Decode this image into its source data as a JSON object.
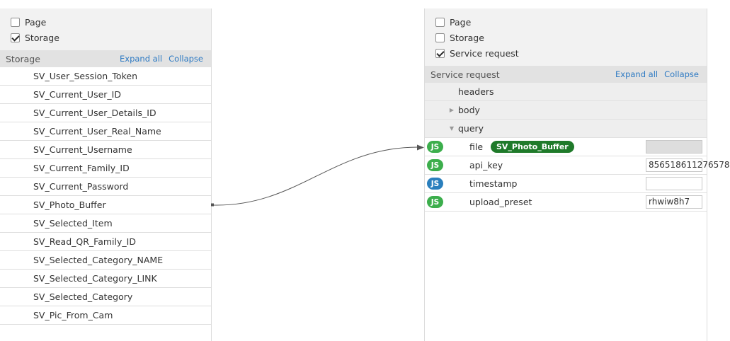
{
  "left": {
    "checkboxes": [
      {
        "label": "Page",
        "checked": false
      },
      {
        "label": "Storage",
        "checked": true
      }
    ],
    "header": {
      "title": "Storage",
      "expand_all": "Expand all",
      "collapse": "Collapse"
    },
    "items": [
      "SV_User_Session_Token",
      "SV_Current_User_ID",
      "SV_Current_User_Details_ID",
      "SV_Current_User_Real_Name",
      "SV_Current_Username",
      "SV_Current_Family_ID",
      "SV_Current_Password",
      "SV_Photo_Buffer",
      "SV_Selected_Item",
      "SV_Read_QR_Family_ID",
      "SV_Selected_Category_NAME",
      "SV_Selected_Category_LINK",
      "SV_Selected_Category",
      "SV_Pic_From_Cam"
    ]
  },
  "right": {
    "checkboxes": [
      {
        "label": "Page",
        "checked": false
      },
      {
        "label": "Storage",
        "checked": false
      },
      {
        "label": "Service request",
        "checked": true
      }
    ],
    "header": {
      "title": "Service request",
      "expand_all": "Expand all",
      "collapse": "Collapse"
    },
    "tree": [
      {
        "label": "headers",
        "arrow": "none"
      },
      {
        "label": "body",
        "arrow": "collapsed"
      },
      {
        "label": "query",
        "arrow": "expanded"
      }
    ],
    "params": [
      {
        "badge": "JS",
        "badge_color": "#3cae4c",
        "name": "file",
        "binding": "SV_Photo_Buffer",
        "value": ""
      },
      {
        "badge": "JS",
        "badge_color": "#3cae4c",
        "name": "api_key",
        "binding": "",
        "value": "856518611276578"
      },
      {
        "badge": "JS",
        "badge_color": "#2a7fbd",
        "name": "timestamp",
        "binding": "",
        "value": ""
      },
      {
        "badge": "JS",
        "badge_color": "#3cae4c",
        "name": "upload_preset",
        "binding": "",
        "value": "rhwiw8h7"
      }
    ]
  },
  "colors": {
    "link": "#2e7ac3",
    "chip": "#1f7a2a",
    "connector": "#555555"
  }
}
